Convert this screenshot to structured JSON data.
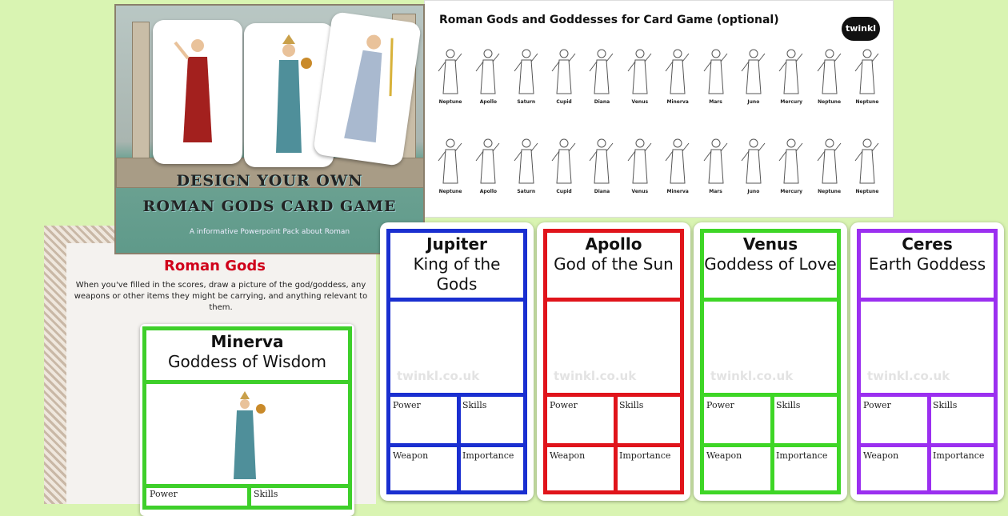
{
  "slide": {
    "title_line1": "DESIGN YOUR OWN",
    "title_line2": "ROMAN GODS CARD GAME",
    "subtitle": "A informative Powerpoint Pack about Roman"
  },
  "sheet": {
    "title": "Roman Gods and Goddesses for Card Game (optional)",
    "logo": "twinkl",
    "row1": [
      "Neptune",
      "Apollo",
      "Saturn",
      "Cupid",
      "Diana",
      "Venus",
      "Minerva",
      "Mars",
      "Juno",
      "Mercury",
      "Neptune",
      "Neptune"
    ],
    "row2": [
      "Neptune",
      "Apollo",
      "Saturn",
      "Cupid",
      "Diana",
      "Venus",
      "Minerva",
      "Mars",
      "Juno",
      "Mercury",
      "Neptune",
      "Neptune"
    ]
  },
  "worksheet": {
    "title": "Roman Gods",
    "instructions": "When you've filled in the scores, draw a picture of the god/goddess, any weapons or other items they might be carrying, and anything relevant to them."
  },
  "minerva": {
    "name": "Minerva",
    "role": "Goddess of Wisdom",
    "color": "#3ecf2a",
    "power": "Power",
    "skills": "Skills"
  },
  "cards": [
    {
      "name": "Jupiter",
      "role": "King of the Gods",
      "color": "#1a2fd0"
    },
    {
      "name": "Apollo",
      "role": "God of the Sun",
      "color": "#e0141b"
    },
    {
      "name": "Venus",
      "role": "Goddess of Love",
      "color": "#3ed626"
    },
    {
      "name": "Ceres",
      "role": "Earth Goddess",
      "color": "#9b2ff0"
    }
  ],
  "labels": {
    "watermark": "twinkl.co.uk",
    "power": "Power",
    "skills": "Skills",
    "weapon": "Weapon",
    "importance": "Importance"
  }
}
